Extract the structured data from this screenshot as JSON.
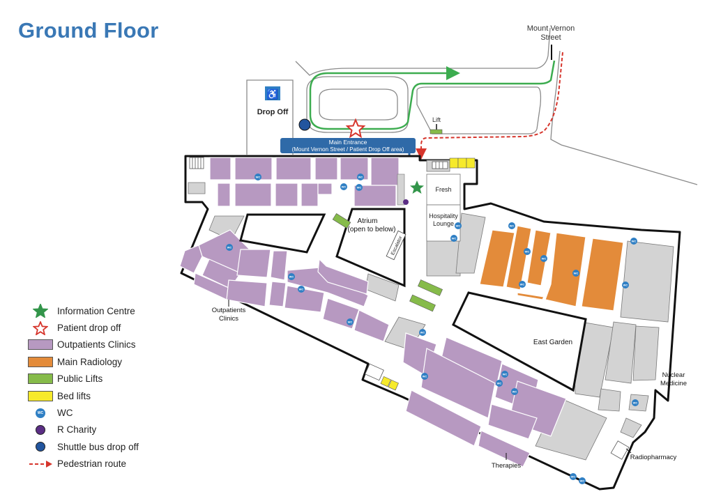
{
  "title": "Ground Floor",
  "colors": {
    "outpatients": "#b799c1",
    "radiology": "#e38b3a",
    "public_lift": "#86bb4a",
    "bed_lift": "#f6ea2b",
    "wc": "#2f7fc4",
    "info_star": "#33954a",
    "dropoff_star": "#d6352c",
    "charity": "#5b2e85",
    "shuttle": "#22559e",
    "pedestrian": "#d6352c",
    "service": "#d3d3d3",
    "route_green": "#3cac4f",
    "sign_blue": "#2f6aa8"
  },
  "labels": {
    "street": [
      "Mount Vernon",
      "Street"
    ],
    "drop_off": "Drop Off",
    "entrance": [
      "Main Entrance",
      "(Mount Vernon Street / Patient Drop Off area)"
    ],
    "lift": "Lift",
    "fresh": "Fresh",
    "hospitality": [
      "Hospitality",
      "Lounge"
    ],
    "atrium": [
      "Atrium",
      "(open to below)"
    ],
    "escalator": "Escalator",
    "outpatients": [
      "Outpatients",
      "Clinics"
    ],
    "east_garden": "East Garden",
    "nuclear": [
      "Nuclear",
      "Medicine"
    ],
    "radiopharmacy": "Radiopharmacy",
    "therapies": "Therapies",
    "wc_badge": "WC"
  },
  "legend": [
    {
      "kind": "star-filled",
      "color": "#33954a",
      "label": "Information Centre"
    },
    {
      "kind": "star-outline",
      "color": "#d6352c",
      "label": "Patient drop off"
    },
    {
      "kind": "rect",
      "color": "#b799c1",
      "label": "Outpatients Clinics"
    },
    {
      "kind": "rect",
      "color": "#e38b3a",
      "label": "Main Radiology"
    },
    {
      "kind": "rect",
      "color": "#86bb4a",
      "label": "Public Lifts"
    },
    {
      "kind": "rect",
      "color": "#f6ea2b",
      "label": "Bed lifts"
    },
    {
      "kind": "wc",
      "color": "#2f7fc4",
      "label": "WC"
    },
    {
      "kind": "dot",
      "color": "#5b2e85",
      "label": "R Charity"
    },
    {
      "kind": "dot",
      "color": "#22559e",
      "label": "Shuttle bus drop off"
    },
    {
      "kind": "arrow",
      "color": "#d6352c",
      "label": "Pedestrian route"
    }
  ]
}
